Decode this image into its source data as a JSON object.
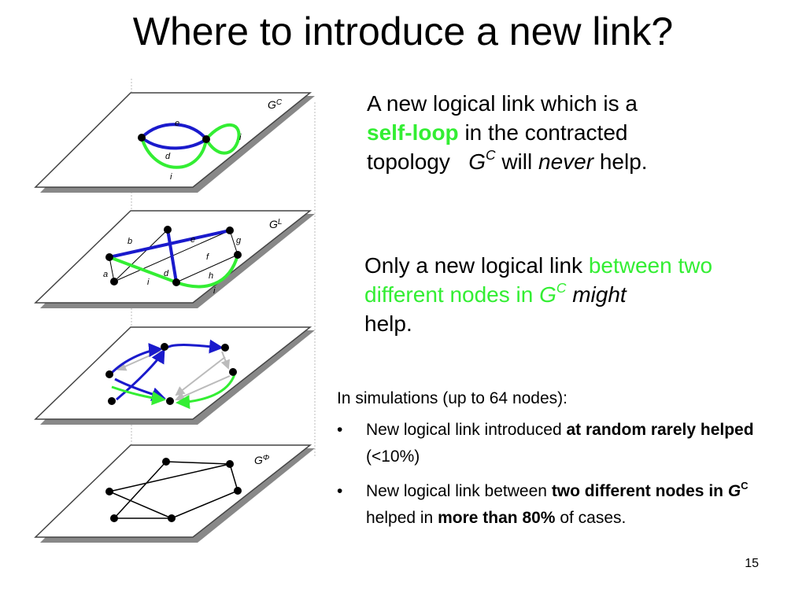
{
  "title": "Where to introduce a new link?",
  "point1": {
    "line1": "A new logical link which is a",
    "self_loop": "self-loop",
    "line2_rest": "in the contracted",
    "topology": "topology",
    "G": "G",
    "sup": "C",
    "will": "will",
    "never": "never",
    "help": "help."
  },
  "point2": {
    "prefix": "Only a new logical link",
    "green_text": "between two different nodes in",
    "G": "G",
    "sup": "C",
    "might": "might",
    "help": "help."
  },
  "simulations": {
    "heading": "In simulations (up to 64 nodes):",
    "bullet": "•",
    "item1": {
      "text1": "New logical link introduced",
      "bold1": "at random rarely helped",
      "text2": "(<10%)"
    },
    "item2": {
      "text1": "New logical link between",
      "bold1": "two different nodes in",
      "boldG": "G",
      "boldSup": "C",
      "text2": "helped in",
      "bold2": "more than 80%",
      "text3": "of cases."
    }
  },
  "layers": {
    "gc": {
      "label": "G",
      "sup": "C",
      "edges": [
        "e",
        "d",
        "i",
        "i"
      ]
    },
    "gl": {
      "label": "G",
      "sup": "L",
      "edges": [
        "b",
        "e",
        "g",
        "f",
        "a",
        "i",
        "d",
        "h",
        "i"
      ]
    },
    "gphi": {
      "label": "G",
      "sup": "Φ"
    }
  },
  "page_number": "15",
  "colors": {
    "blue": "#1a1acc",
    "green": "#33ee33",
    "grey": "#bbbbbb",
    "shadow": "#888888"
  }
}
